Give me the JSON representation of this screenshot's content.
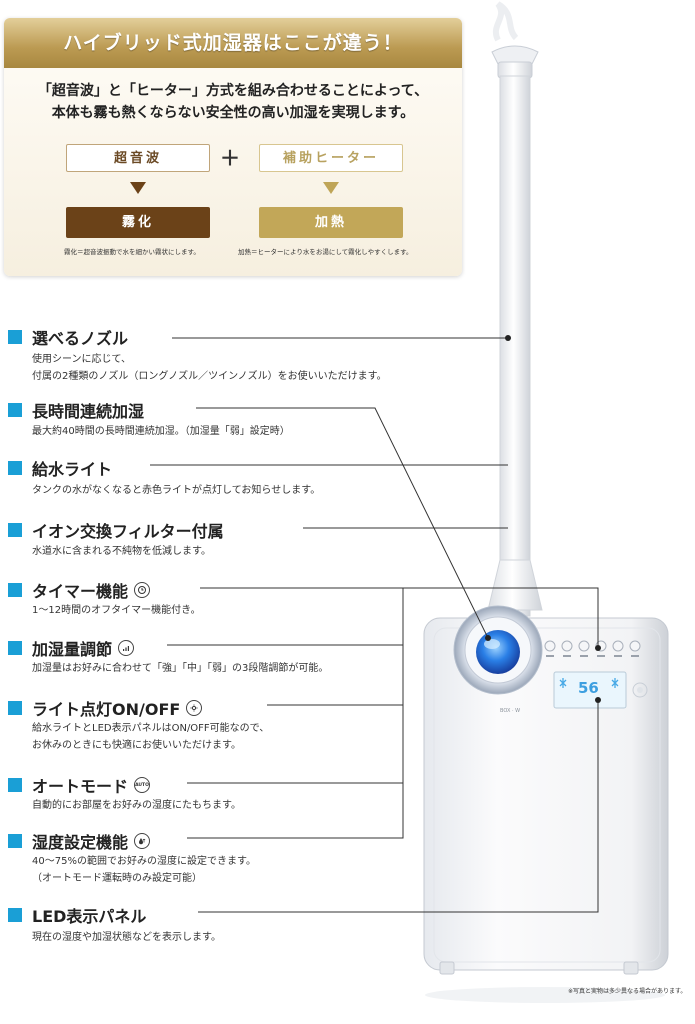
{
  "panel": {
    "banner": "ハイブリッド式加湿器はここが違う！",
    "intro": [
      "「超音波」と「ヒーター」方式を組み合わせることによって、",
      "本体も霧も熱くならない安全性の高い加湿を実現します。"
    ],
    "ultrasonic": "超音波",
    "plus": "＋",
    "heater": "補助ヒーター",
    "mist": "霧化",
    "heat": "加熱",
    "note_mist": "霧化＝超音波振動で水を細かい霧状にします。",
    "note_heat": "加熱＝ヒーターにより水をお湯にして霧化しやすくします。"
  },
  "device": {
    "display_value": "56",
    "brand_mark": "BOX · W"
  },
  "features": [
    {
      "title": "選べるノズル",
      "icon": "",
      "desc": [
        "使用シーンに応じて、",
        "付属の2種類のノズル（ロングノズル／ツインノズル）をお使いいただけます。"
      ]
    },
    {
      "title": "長時間連続加湿",
      "icon": "",
      "desc": [
        "最大約40時間の長時間連続加湿。（加湿量「弱」設定時）"
      ]
    },
    {
      "title": "給水ライト",
      "icon": "",
      "desc": [
        "タンクの水がなくなると赤色ライトが点灯してお知らせします。"
      ]
    },
    {
      "title": "イオン交換フィルター付属",
      "icon": "",
      "desc": [
        "水道水に含まれる不純物を低減します。"
      ]
    },
    {
      "title": "タイマー機能",
      "icon": "clock-icon",
      "desc": [
        "1～12時間のオフタイマー機能付き。"
      ]
    },
    {
      "title": "加湿量調節",
      "icon": "level-icon",
      "desc": [
        "加湿量はお好みに合わせて「強」「中」「弱」の3段階調節が可能。"
      ]
    },
    {
      "title": "ライト点灯ON/OFF",
      "icon": "light-icon",
      "desc": [
        "給水ライトとLED表示パネルはON/OFF可能なので、",
        "お休みのときにも快適にお使いいただけます。"
      ]
    },
    {
      "title": "オートモード",
      "icon": "auto-icon",
      "icon_text": "AUTO",
      "desc": [
        "自動的にお部屋をお好みの湿度にたもちます。"
      ]
    },
    {
      "title": "湿度設定機能",
      "icon": "droplet-icon",
      "desc": [
        "40～75%の範囲でお好みの湿度に設定できます。",
        "（オートモード運転時のみ設定可能）"
      ]
    },
    {
      "title": "LED表示パネル",
      "icon": "",
      "desc": [
        "現在の湿度や加湿状態などを表示します。"
      ]
    }
  ],
  "footnote": "※写真と実物は多少異なる場合があります。"
}
